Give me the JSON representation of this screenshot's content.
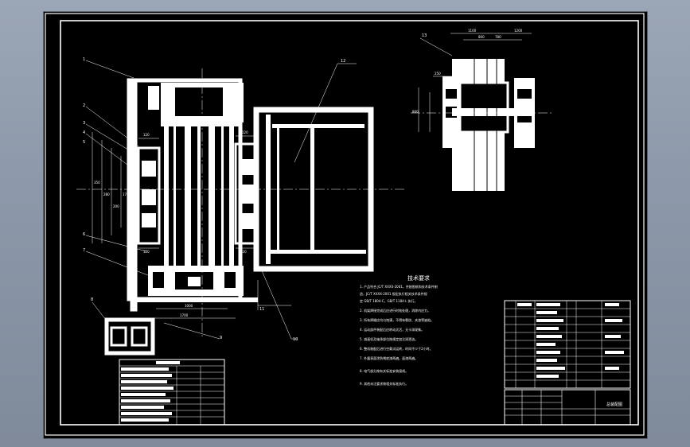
{
  "drawing": {
    "sheet_color": "#000000",
    "line_color": "#ffffff",
    "background_color": "#8f9aab",
    "balloons": [
      "1",
      "2",
      "3",
      "4",
      "5",
      "6",
      "7",
      "8",
      "9",
      "10",
      "11",
      "12",
      "13"
    ],
    "notes_title": "技术要求",
    "notes": [
      "1. 产品符合 JC/T XXXX-2001，并按图纸和技术条件制",
      "   造，JC/T XXXX-2001 规定执行相关技术条件规",
      "   定 GB/T 1804-C，GB/T 1184-L 执行。",
      "2. 机架焊接完成后应进行时效处理，消除内应力。",
      "3. 所有焊缝应均匀饱满，不得有裂纹、夹渣等缺陷。",
      "4. 运动部件装配后应转动灵活，无卡滞现象。",
      "5. 减速机及轴承部位按规定加注润滑油。",
      "6. 整机装配后进行空载试运转，时间不少于2小时。",
      "7. 外露表面涂防锈底漆两遍，面漆两遍。",
      "8. 电气部分按有关标准安装接线。",
      "9. 其他未注要求按相关标准执行。"
    ],
    "title_block_name": "总装配图"
  }
}
